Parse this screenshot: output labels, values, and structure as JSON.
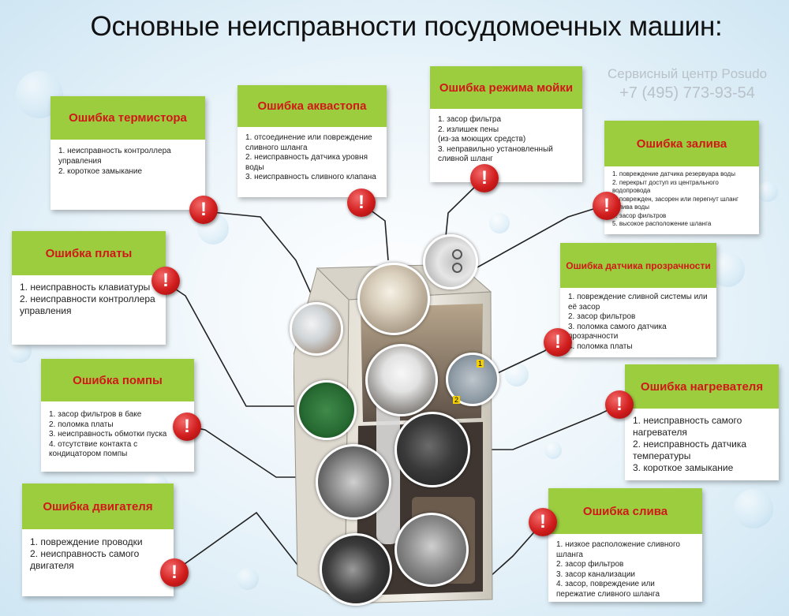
{
  "title": "Основные неисправности посудомоечных машин:",
  "service": {
    "name": "Сервисный центр Posudo",
    "phone": "+7 (495) 773-93-54"
  },
  "warning_mark": "!",
  "panel_digits": [
    "1",
    "2"
  ],
  "cards": {
    "thermistor": {
      "title": "Ошибка термистора",
      "items": [
        "1. неисправность контроллера управления",
        "2. короткое замыкание"
      ]
    },
    "aquastop": {
      "title": "Ошибка аквастопа",
      "items": [
        "1. отсоединение или повреждение сливного шланга",
        "2. неисправность датчика уровня воды",
        "3. неисправность сливного клапана"
      ]
    },
    "wash_mode": {
      "title": "Ошибка режима мойки",
      "items": [
        "1. засор фильтра",
        "2. излишек пены",
        "(из-за моющих средств)",
        "3. неправильно установленный сливной шланг"
      ]
    },
    "fill": {
      "title": "Ошибка залива",
      "items": [
        "1. повреждение датчика резервуара воды",
        "2. перекрыт доступ из центрального водопровода",
        "3. поврежден, засорен или перегнут шланг залива воды",
        "4. засор фильтров",
        "5. высокое расположение шланга"
      ]
    },
    "board": {
      "title": "Ошибка платы",
      "items": [
        "1. неисправность клавиатуры",
        "2. неисправности контроллера управления"
      ]
    },
    "clarity": {
      "title": "Ошибка датчика прозрачности",
      "items": [
        "1. повреждение сливной системы или её засор",
        "2. засор фильтров",
        "3. поломка самого датчика прозрачности",
        "4. поломка платы"
      ]
    },
    "pump": {
      "title": "Ошибка помпы",
      "items": [
        "1. засор фильтров в баке",
        "2. поломка платы",
        "3. неисправность обмотки пуска",
        "4. отсутствие контакта с кондицатором помпы"
      ]
    },
    "heater": {
      "title": "Ошибка нагревателя",
      "items": [
        "1. неисправность самого нагревателя",
        "2. неисправность датчика температуры",
        "3. короткое замыкание"
      ]
    },
    "motor": {
      "title": "Ошибка двигателя",
      "items": [
        "1. повреждение проводки",
        "2. неисправность самого двигателя"
      ]
    },
    "drain": {
      "title": "Ошибка слива",
      "items": [
        "1. низкое расположение сливного шланга",
        "2. засор фильтров",
        "3. засор канализации",
        "4. засор, повреждение или пережатие сливного шланга"
      ]
    }
  },
  "colors": {
    "header_green": "#9ccd3f",
    "header_text": "#d01818",
    "warning_red": "#d11d1d"
  }
}
